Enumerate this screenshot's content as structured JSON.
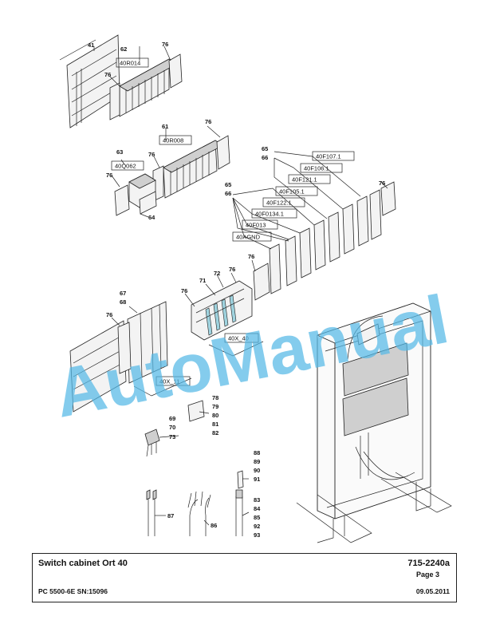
{
  "callouts": {
    "c41": "41",
    "c62": "62",
    "c76a": "76",
    "c76b": "76",
    "c61": "61",
    "c76c": "76",
    "c63": "63",
    "c76d": "76",
    "c76e": "76",
    "c64": "64",
    "c65a": "65",
    "c66a": "66",
    "c65b": "65",
    "c66b": "66",
    "c76f": "76",
    "c71": "71",
    "c72": "72",
    "c76g": "76",
    "c76h": "76",
    "c76i": "76",
    "c67": "67",
    "c68": "68",
    "c76j": "76",
    "c78": "78",
    "c79": "79",
    "c80": "80",
    "c81": "81",
    "c82": "82",
    "c69": "69",
    "c70": "70",
    "c73": "73",
    "c88": "88",
    "c89": "89",
    "c90": "90",
    "c91": "91",
    "c83": "83",
    "c84": "84",
    "c85": "85",
    "c92": "92",
    "c93": "93",
    "c87": "87",
    "c86": "86"
  },
  "tags": {
    "t40R014": "40R014",
    "t40R008": "40R008",
    "t40Q062": "40Q062",
    "t40F107": "40F107.1",
    "t40F106": "40F106.1",
    "t40F121": "40F121.1",
    "t40F105": "40F105.1",
    "t40F122": "40F122.1",
    "t40F0134": "40F0134.1",
    "t40F013": "40F013",
    "t40AGND": "40AGND",
    "t40X40": "40X_40",
    "t40X11": "40X_11"
  },
  "watermark": "AutoManual",
  "title_block": {
    "title": "Switch cabinet Ort 40",
    "doc_number": "715-2240a",
    "page": "Page 3",
    "machine": "PC 5500-6E SN:15096",
    "date": "09.05.2011"
  },
  "colors": {
    "watermark": "#55b8e6",
    "line": "#222222",
    "terminal_accent": "#9fd3df"
  }
}
